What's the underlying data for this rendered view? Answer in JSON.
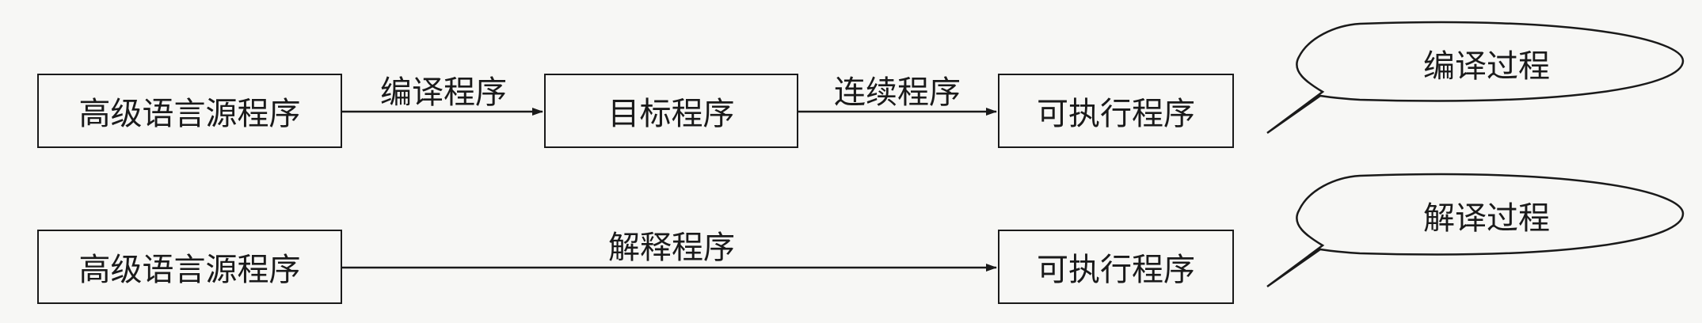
{
  "rows": [
    {
      "source_box": "高级语言源程序",
      "arrow1_label": "编译程序",
      "middle_box": "目标程序",
      "arrow2_label": "连续程序",
      "target_box": "可执行程序",
      "bubble_label": "编译过程"
    },
    {
      "source_box": "高级语言源程序",
      "arrow_label": "解释程序",
      "target_box": "可执行程序",
      "bubble_label": "解译过程"
    }
  ]
}
